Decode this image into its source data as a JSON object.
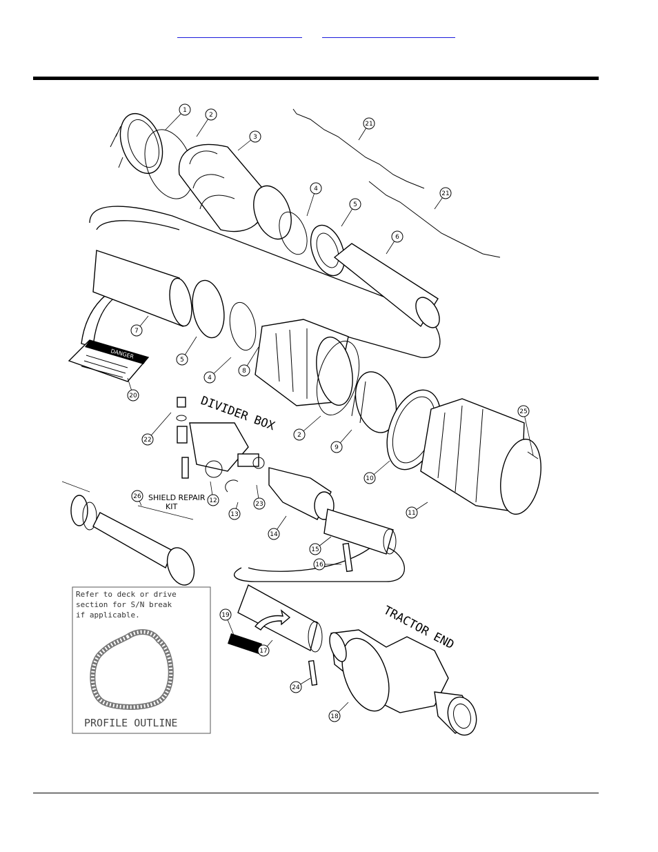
{
  "header": {
    "links": [
      "",
      ""
    ]
  },
  "diagram": {
    "labels": {
      "divider_box": "DIVIDER BOX",
      "tractor_end": "TRACTOR END",
      "shield_repair_kit_line1": "SHIELD REPAIR",
      "shield_repair_kit_line2": "KIT"
    },
    "decal_text": "DANGER",
    "note": {
      "line1": "Refer to deck or drive",
      "line2": "section for S/N break",
      "line3": "if applicable.",
      "profile_label": "PROFILE OUTLINE"
    },
    "callouts": [
      "1",
      "2",
      "3",
      "21",
      "4",
      "5",
      "21",
      "6",
      "7",
      "5",
      "4",
      "8",
      "20",
      "2",
      "9",
      "25",
      "22",
      "10",
      "11",
      "26",
      "12",
      "23",
      "13",
      "14",
      "15",
      "16",
      "19",
      "17",
      "24",
      "18"
    ]
  }
}
